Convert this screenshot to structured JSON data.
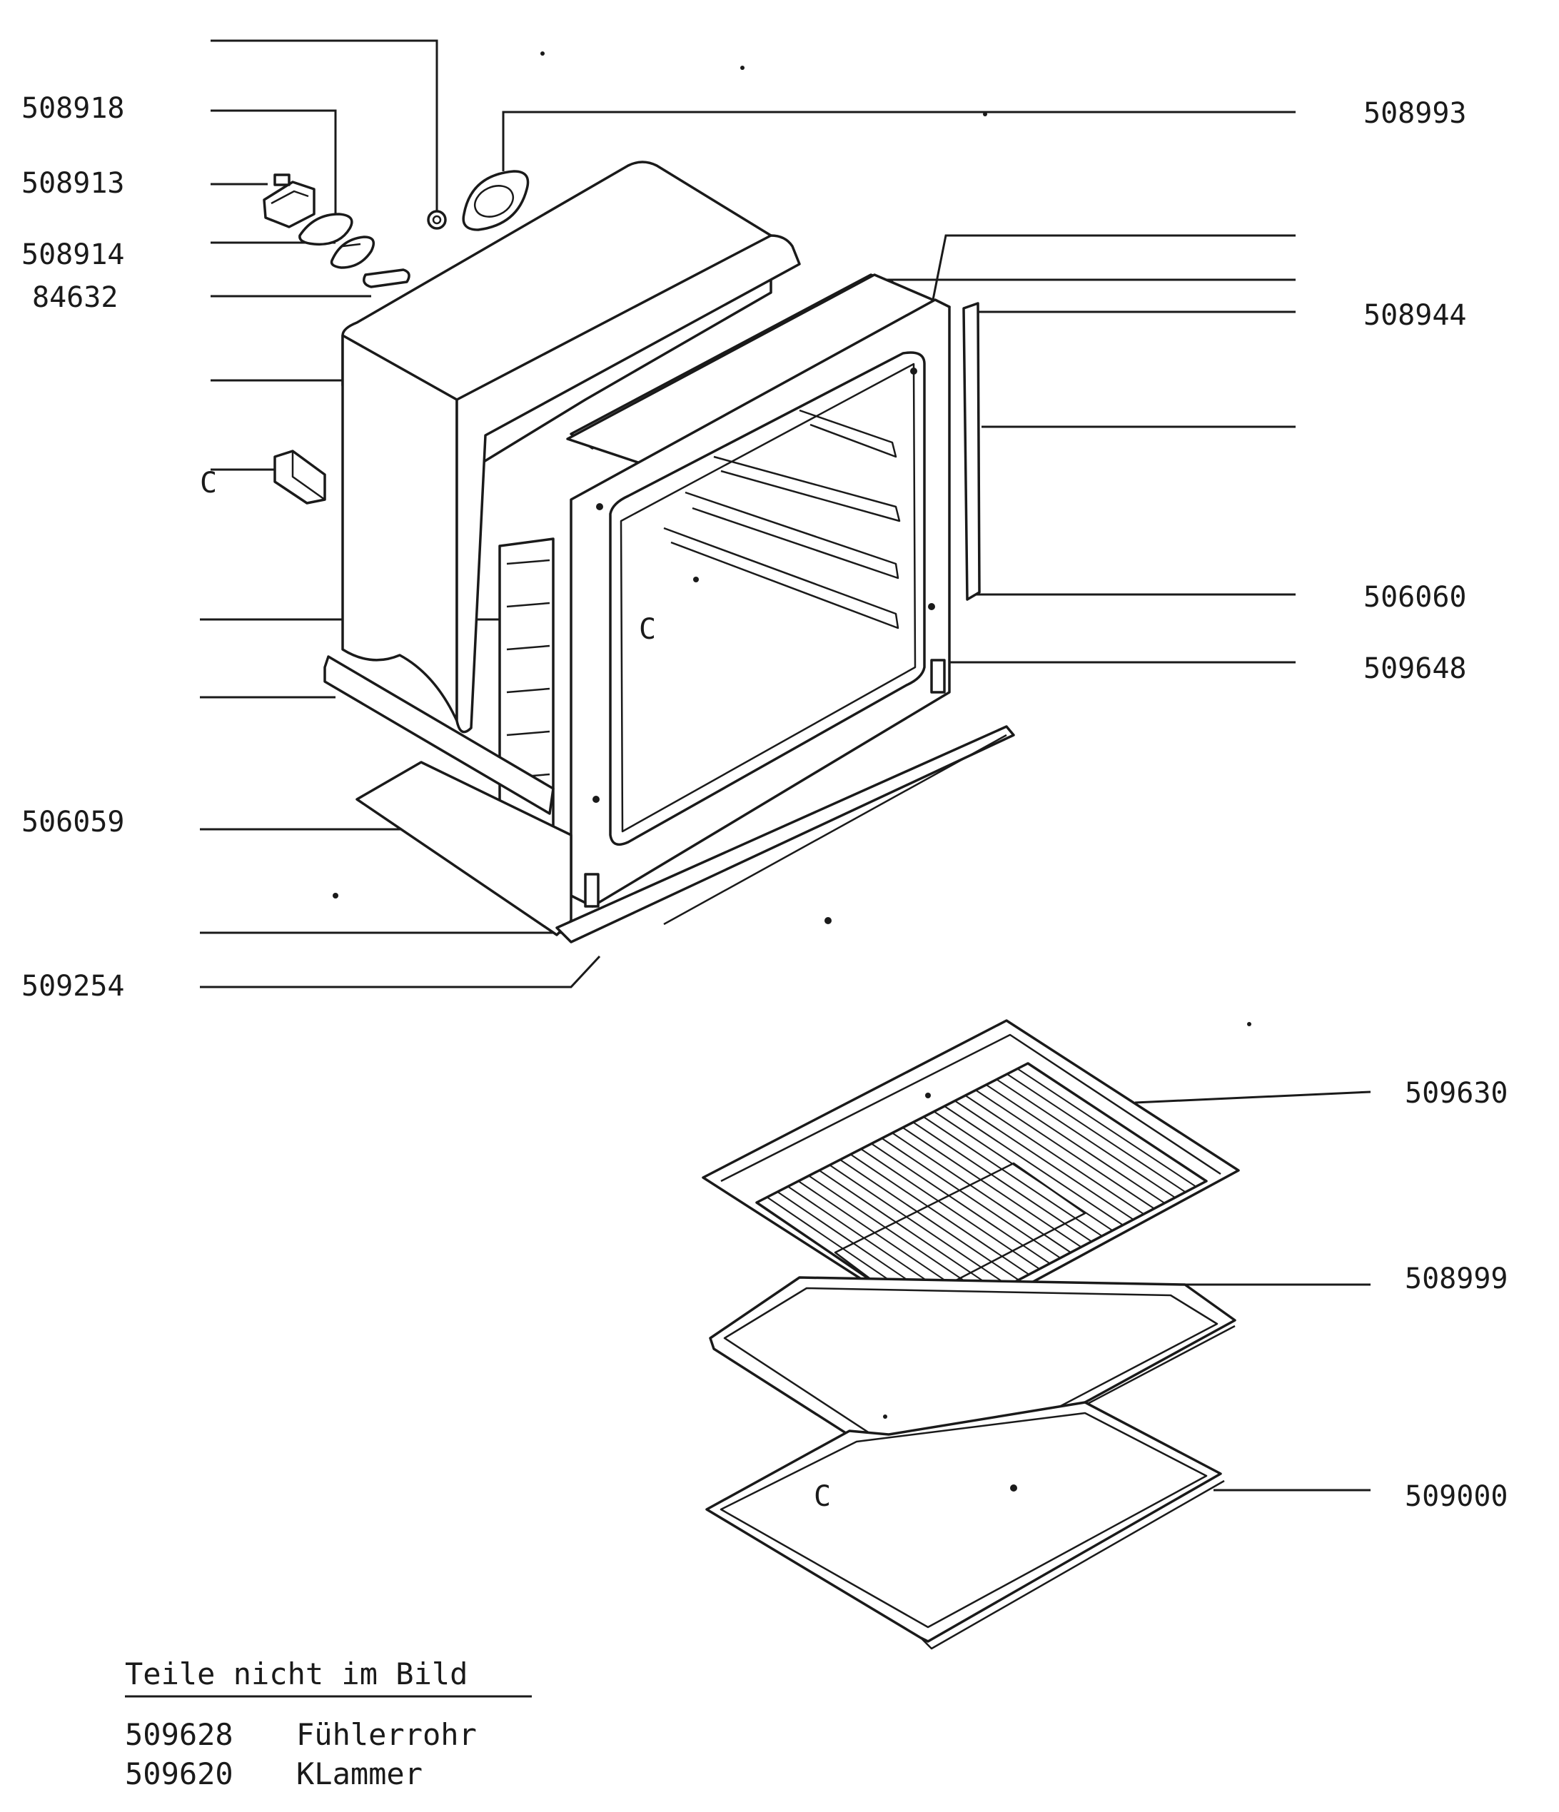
{
  "labels": {
    "l508918": "508918",
    "l508913": "508913",
    "l508914": "508914",
    "l84632": "84632",
    "l506059": "506059",
    "l509254": "509254",
    "l508993": "508993",
    "l508944": "508944",
    "l506060": "506060",
    "l509648": "509648",
    "l509630": "509630",
    "l508999": "508999",
    "l509000": "509000",
    "stray_c": "C"
  },
  "notes": {
    "heading": "Teile nicht im Bild",
    "items": [
      {
        "number": "509628",
        "name": "Fühlerrohr"
      },
      {
        "number": "509620",
        "name": "KLammer"
      }
    ]
  }
}
